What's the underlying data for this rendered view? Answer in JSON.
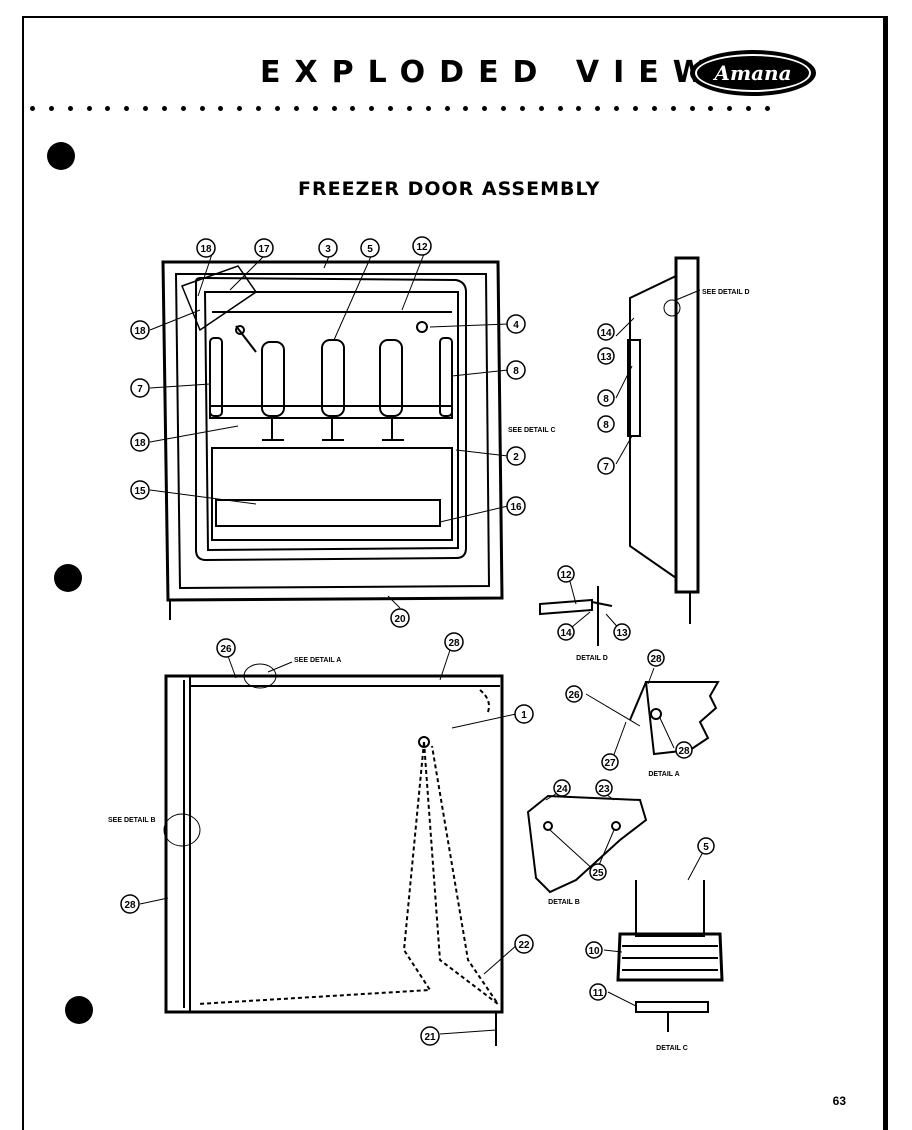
{
  "header": {
    "title": "EXPLODED VIEW",
    "brand": "Amana"
  },
  "diagram": {
    "subtitle": "FREEZER DOOR ASSEMBLY",
    "callouts_top": [
      "18",
      "17",
      "3",
      "5",
      "12",
      "4",
      "8",
      "7",
      "18",
      "2",
      "15",
      "16",
      "20"
    ],
    "callouts_side": [
      "14",
      "13",
      "8",
      "8",
      "7"
    ],
    "callouts_detail_d": [
      "12",
      "14",
      "13"
    ],
    "callouts_detail_a": [
      "26",
      "28",
      "27",
      "28"
    ],
    "callouts_detail_b": [
      "24",
      "23",
      "25"
    ],
    "callouts_detail_c": [
      "5",
      "10",
      "11"
    ],
    "callouts_bottom": [
      "26",
      "28",
      "1",
      "28",
      "22",
      "21"
    ],
    "refs": {
      "see_d": "SEE DETAIL D",
      "see_c": "SEE DETAIL C",
      "see_a": "SEE DETAIL A",
      "see_b": "SEE DETAIL B"
    },
    "detail_labels": {
      "d": "DETAIL D",
      "a": "DETAIL A",
      "b": "DETAIL B",
      "c": "DETAIL C"
    }
  },
  "footer": {
    "page_number": "63"
  }
}
